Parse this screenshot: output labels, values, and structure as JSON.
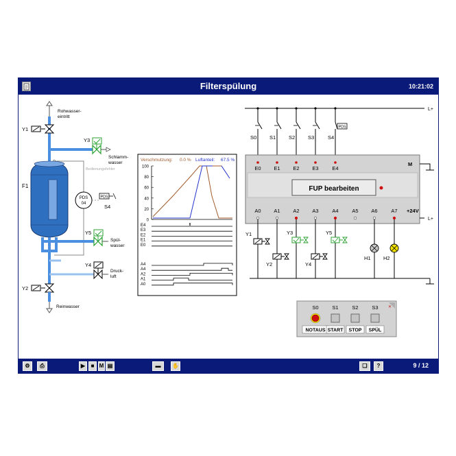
{
  "window": {
    "title": "Filterspülung",
    "clock": "10:21:02",
    "page": "9 / 12"
  },
  "process": {
    "rohwasser_1": "Rohwasser-",
    "rohwasser_2": "eintritt",
    "schlamm_1": "Schlamm-",
    "schlamm_2": "wasser",
    "bedienungsfehler": "Bedienungsfehler",
    "pds_1": "PDS",
    "pds_2": "04",
    "spuel_1": "Spül-",
    "spuel_2": "wasser",
    "druck_1": "Druck-",
    "druck_2": "luft",
    "reinwasser": "Reinwasser",
    "labels": {
      "y1": "Y1",
      "y2": "Y2",
      "y3": "Y3",
      "y4": "Y4",
      "y5": "Y5",
      "f1": "F1",
      "s4": "S4"
    }
  },
  "trend": {
    "verschmutzung_label": "Verschmutzung:",
    "verschmutzung_value": "0.0 %",
    "luftanteil_label": "Luftanteil:",
    "luftanteil_value": "67.5 %",
    "yticks": [
      "100",
      "80",
      "60",
      "40",
      "20",
      "0"
    ],
    "signals_e": [
      "E4",
      "E3",
      "E2",
      "E1",
      "E0"
    ],
    "signals_a": [
      "A4",
      "A4",
      "A2",
      "A1",
      "A0"
    ]
  },
  "plc": {
    "inputs": [
      "E0",
      "E1",
      "E2",
      "E3",
      "E4"
    ],
    "outputs": [
      "A0",
      "A1",
      "A2",
      "A3",
      "A4",
      "A5",
      "A6",
      "A7"
    ],
    "plus24": "+24V",
    "m": "M",
    "lplus": "L+",
    "fup_button": "FUP bearbeiten",
    "switches": [
      "S0",
      "S1",
      "S2",
      "S3",
      "S4"
    ],
    "actuators": {
      "y1": "Y1",
      "y2": "Y2",
      "y3": "Y3",
      "y4": "Y4",
      "y5": "Y5",
      "h1": "H1",
      "h2": "H2"
    }
  },
  "panel": {
    "headers": [
      "S0",
      "S1",
      "S2",
      "S3"
    ],
    "buttons": [
      "NOTAUS",
      "START",
      "STOP",
      "SPÜL"
    ]
  },
  "colors": {
    "titlebar": "#0a1a78",
    "pipe": "#4a8fe0",
    "pipe_light": "#9ac2ef",
    "tank": "#2f6fc0",
    "valve_green": "#28a030",
    "brown": "#a05a2c",
    "blue": "#2233cc",
    "led_red": "#d01010",
    "lamp_yellow": "#f2e200"
  },
  "toolbar": {
    "icons": [
      "settings-icon",
      "printer-icon",
      "play-icon",
      "stop-icon",
      "monitor-icon",
      "camera-icon",
      "hand-icon",
      "book-icon",
      "help-icon"
    ],
    "m_label": "M"
  }
}
